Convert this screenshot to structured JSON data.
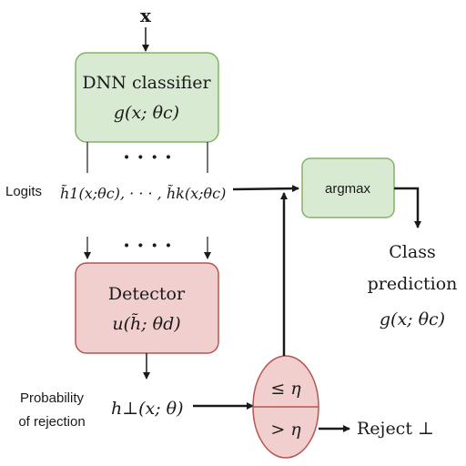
{
  "input": {
    "label": "x"
  },
  "classifier": {
    "title": "DNN classifier",
    "formula": "g(x; θc)",
    "fill": "#d9ead3",
    "stroke": "#82b366"
  },
  "logits": {
    "label": "Logits",
    "formula": "h̃1(x;θc), · · · , h̃k(x;θc)"
  },
  "dots": "· · · ·",
  "argmax": {
    "label": "argmax",
    "fill": "#d9ead3",
    "stroke": "#82b366"
  },
  "class_prediction": {
    "line1": "Class",
    "line2": "prediction",
    "formula": "g(x; θc)"
  },
  "detector": {
    "title": "Detector",
    "formula": "u(h̃; θd)",
    "fill": "#f2cfcf",
    "stroke": "#b85450"
  },
  "rejection": {
    "line1": "Probability",
    "line2": "of rejection",
    "formula": "h⊥(x; θ)"
  },
  "threshold": {
    "upper": "≤ η",
    "lower": "> η",
    "fill": "#f2cfcf",
    "stroke": "#b85450"
  },
  "reject": {
    "label": "Reject ⊥"
  }
}
